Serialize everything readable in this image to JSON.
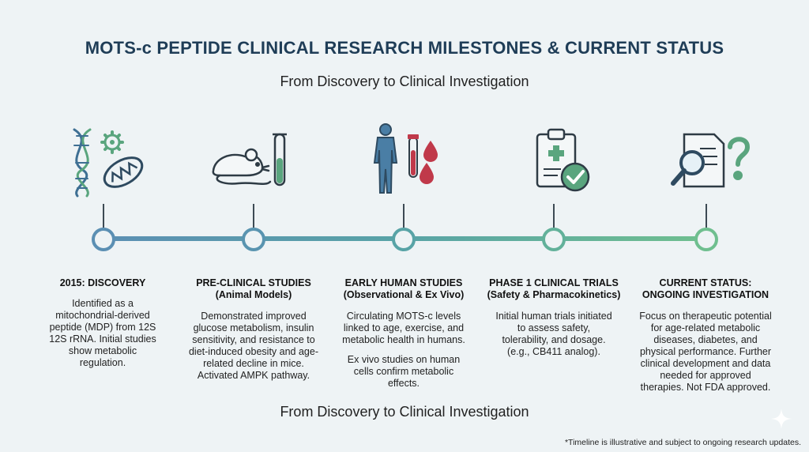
{
  "header": {
    "title": "MOTS-c PEPTIDE CLINICAL RESEARCH MILESTONES & CURRENT STATUS",
    "subtitle": "From Discovery to Clinical Investigation",
    "bottom_subtitle": "From Discovery to Clinical Investigation"
  },
  "colors": {
    "line_start": "#5b8fb3",
    "line_mid": "#58a3a6",
    "line_end": "#6fbf8f",
    "title": "#1f3d57"
  },
  "stages": [
    {
      "title_line1": "2015: DISCOVERY",
      "title_line2": "",
      "body": [
        "Identified as a mitochondrial-derived peptide (MDP) from 12S 12S rRNA. Initial studies show metabolic regulation."
      ],
      "icons": [
        "dna-icon",
        "gear-icon",
        "mitochondria-icon"
      ]
    },
    {
      "title_line1": "PRE-CLINICAL STUDIES",
      "title_line2": "(Animal Models)",
      "body": [
        "Demonstrated improved glucose metabolism, insulin sensitivity, and resistance to diet-induced obesity and age-related decline in mice. Activated AMPK pathway."
      ],
      "icons": [
        "mouse-icon",
        "test-tube-icon"
      ]
    },
    {
      "title_line1": "EARLY HUMAN STUDIES",
      "title_line2": "(Observational & Ex Vivo)",
      "body": [
        "Circulating MOTS-c levels linked to age, exercise, and metabolic health in humans.",
        "Ex vivo studies on human cells confirm metabolic effects."
      ],
      "icons": [
        "human-figure-icon",
        "blood-tube-icon",
        "blood-drop-icon"
      ]
    },
    {
      "title_line1": "PHASE 1 CLINICAL TRIALS",
      "title_line2": "(Safety & Pharmacokinetics)",
      "body": [
        "Initial human trials initiated to assess safety, tolerability, and dosage. (e.g., CB411 analog)."
      ],
      "icons": [
        "clipboard-cross-icon",
        "checkmark-badge-icon"
      ]
    },
    {
      "title_line1": "CURRENT STATUS:",
      "title_line2": "ONGOING INVESTIGATION",
      "body": [
        "Focus on therapeutic potential for age-related metabolic diseases, diabetes, and physical performance. Further clinical development and data needed for approved therapies. Not FDA approved."
      ],
      "icons": [
        "document-magnifier-icon",
        "question-mark-icon"
      ]
    }
  ],
  "footnote": "*Timeline is illustrative and subject to ongoing research updates."
}
